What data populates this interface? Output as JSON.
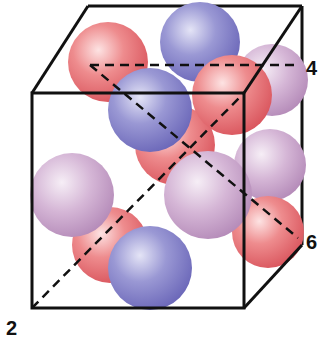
{
  "diagram": {
    "labels": [
      "4",
      "6",
      "2"
    ]
  }
}
